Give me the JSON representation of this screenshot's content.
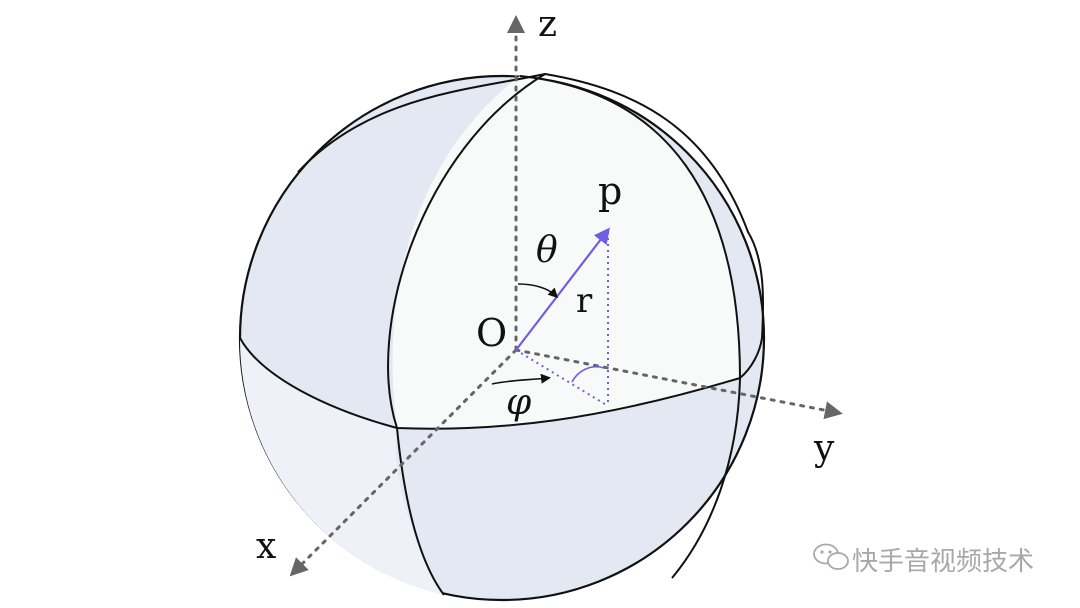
{
  "labels": {
    "z_axis": "z",
    "y_axis": "y",
    "x_axis": "x",
    "origin": "O",
    "point": "p",
    "radius": "r",
    "theta": "θ",
    "phi": "φ"
  },
  "watermark": {
    "text": "快手音视频技术",
    "icon": "wechat-icon"
  },
  "colors": {
    "outline": "#111111",
    "shade": "#e3e8f2",
    "inner_face": "#f8f9f9",
    "vector": "#6e5fe0",
    "axis": "#666666"
  }
}
